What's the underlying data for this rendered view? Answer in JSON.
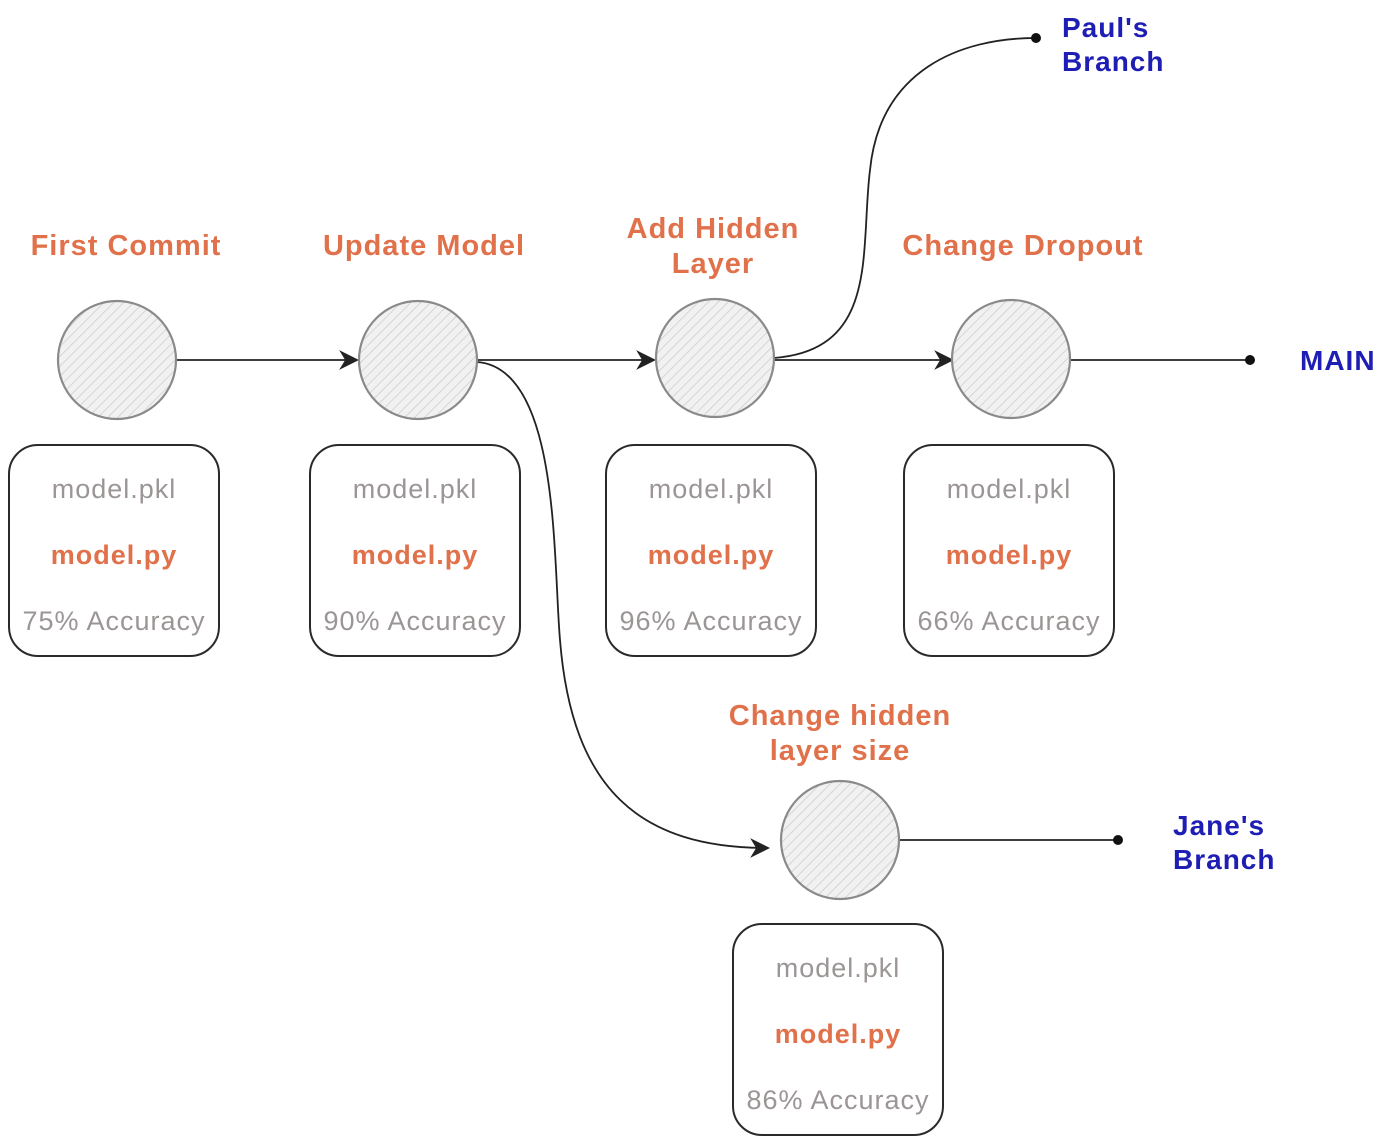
{
  "colors": {
    "title": "#e0714a",
    "branch": "#1e1eb4",
    "muted_text": "#9b9595",
    "line": "#222222",
    "node_fill": "#eeeeee"
  },
  "branches": {
    "main": "MAIN",
    "paul": "Paul's\nBranch",
    "jane": "Jane's\nBranch"
  },
  "commits": [
    {
      "title": "First Commit",
      "file_pkl": "model.pkl",
      "file_py": "model.py",
      "accuracy": "75% Accuracy",
      "branch": "main"
    },
    {
      "title": "Update Model",
      "file_pkl": "model.pkl",
      "file_py": "model.py",
      "accuracy": "90% Accuracy",
      "branch": "main"
    },
    {
      "title": "Add Hidden\nLayer",
      "file_pkl": "model.pkl",
      "file_py": "model.py",
      "accuracy": "96% Accuracy",
      "branch": "main"
    },
    {
      "title": "Change Dropout",
      "file_pkl": "model.pkl",
      "file_py": "model.py",
      "accuracy": "66% Accuracy",
      "branch": "main"
    },
    {
      "title": "Change hidden\nlayer size",
      "file_pkl": "model.pkl",
      "file_py": "model.py",
      "accuracy": "86% Accuracy",
      "branch": "jane"
    }
  ]
}
